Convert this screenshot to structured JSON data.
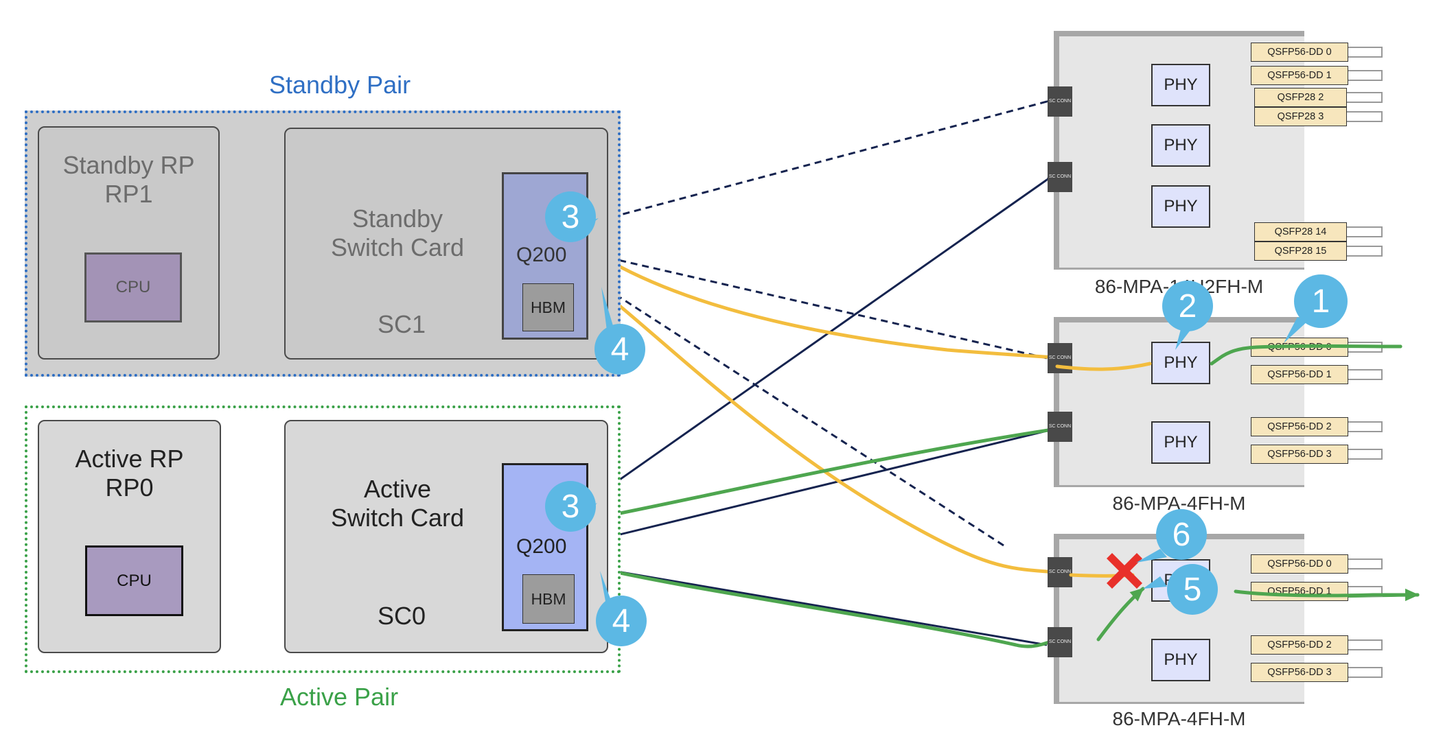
{
  "standby_pair": {
    "title": "Standby Pair",
    "rp_line1": "Standby RP",
    "rp_line2": "RP1",
    "cpu_label": "CPU",
    "sc_line1": "Standby",
    "sc_line2": "Switch Card",
    "sc_name": "SC1",
    "asic_label": "Q200",
    "hbm_label": "HBM"
  },
  "active_pair": {
    "title": "Active Pair",
    "rp_line1": "Active RP",
    "rp_line2": "RP0",
    "cpu_label": "CPU",
    "sc_line1": "Active",
    "sc_line2": "Switch Card",
    "sc_name": "SC0",
    "asic_label": "Q200",
    "hbm_label": "HBM"
  },
  "line_cards": [
    {
      "label": "86-MPA-14H2FH-M",
      "connector_label": "SC CONN",
      "phys": [
        "PHY",
        "PHY",
        "PHY"
      ],
      "ports": [
        "QSFP56-DD 0",
        "QSFP56-DD 1",
        "QSFP28 2",
        "QSFP28 3",
        "QSFP28 14",
        "QSFP28 15"
      ]
    },
    {
      "label": "86-MPA-4FH-M",
      "connector_label": "SC CONN",
      "phys": [
        "PHY",
        "PHY"
      ],
      "ports": [
        "QSFP56-DD 0",
        "QSFP56-DD 1",
        "QSFP56-DD 2",
        "QSFP56-DD 3"
      ]
    },
    {
      "label": "86-MPA-4FH-M",
      "connector_label": "SC CONN",
      "phys": [
        "PHY",
        "PHY"
      ],
      "ports": [
        "QSFP56-DD 0",
        "QSFP56-DD 1",
        "QSFP56-DD 2",
        "QSFP56-DD 3"
      ]
    }
  ],
  "callouts": [
    "1",
    "2",
    "3",
    "4",
    "3",
    "4",
    "5",
    "6"
  ],
  "colors": {
    "standby_accent": "#2f6fc4",
    "active_accent": "#3aa148",
    "standby_path": "#f3bd3e",
    "active_path": "#4ea64f",
    "link": "#15234f",
    "callout": "#5cb8e4",
    "failure": "#e8302a",
    "standby_chip": "#9ea7d3",
    "active_chip": "#a4b4f4",
    "cpu_fill": "#a89abf"
  },
  "icons": {
    "failure": "x-mark-icon",
    "callout": "numbered-circle-icon"
  }
}
